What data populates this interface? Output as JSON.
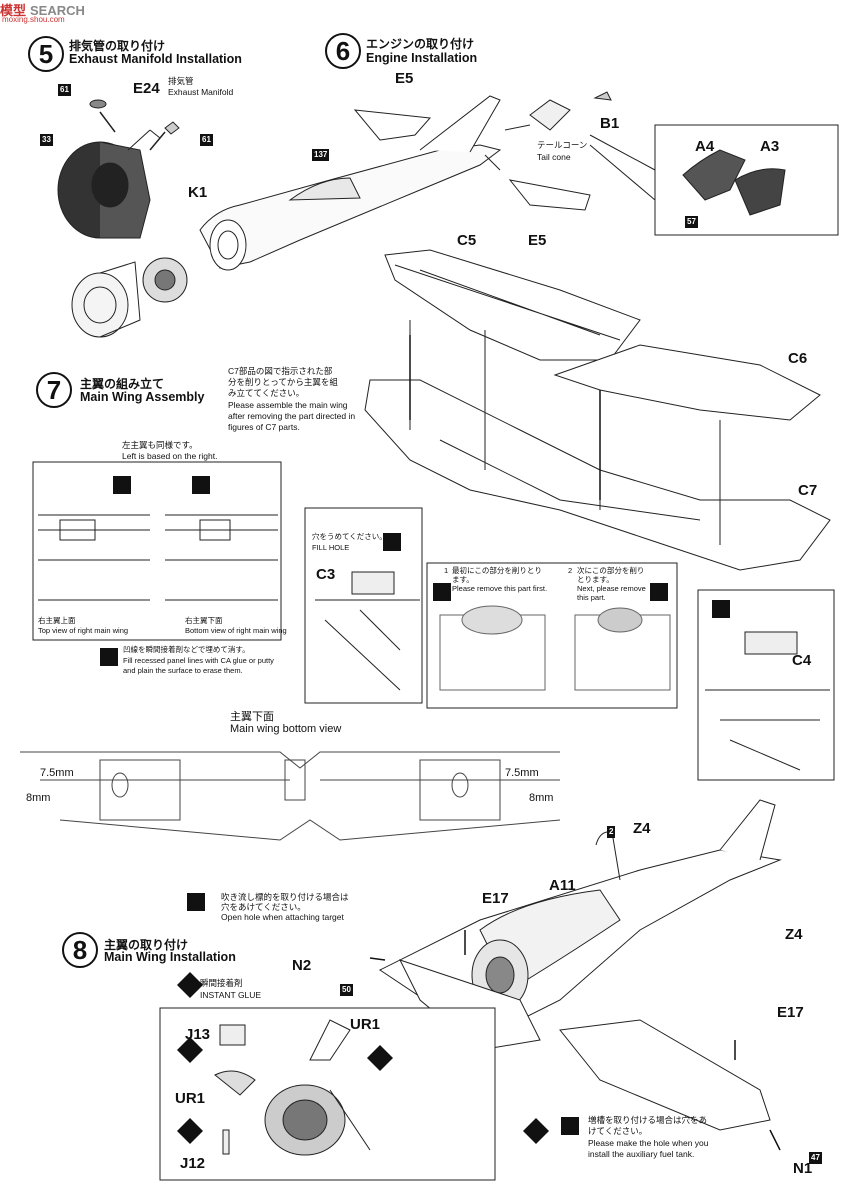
{
  "watermark": {
    "brand": "模型",
    "search": "SEARCH",
    "url": "moxing.shou.com"
  },
  "step5": {
    "num": "5",
    "jp": "排気管の取り付け",
    "en": "Exhaust Manifold Installation",
    "part_e24": "E24",
    "e24_jp": "排気管",
    "e24_en": "Exhaust Manifold",
    "part_k1": "K1",
    "badge_61a": "61",
    "badge_61b": "61",
    "badge_33": "33"
  },
  "step6": {
    "num": "6",
    "jp": "エンジンの取り付け",
    "en": "Engine Installation",
    "part_e5a": "E5",
    "part_e5b": "E5",
    "part_b1": "B1",
    "badge_137": "137",
    "tailcone_jp": "テールコーン",
    "tailcone_en": "Tail cone",
    "part_a4": "A4",
    "part_a3": "A3",
    "badge_57": "57"
  },
  "step7": {
    "num": "7",
    "jp": "主翼の組み立て",
    "en": "Main Wing Assembly",
    "note_jp": [
      "C7部品の図で指示された部",
      "分を削りとってから主翼を組",
      "み立ててください。"
    ],
    "note_en": [
      "Please assemble the main wing",
      "after removing the part directed in",
      "figures of C7 parts."
    ],
    "left_jp": "左主翼も同様です。",
    "left_en": "Left is based on the right.",
    "top_jp": "右主翼上面",
    "top_en": "Top view of right main wing",
    "bot_jp": "右主翼下面",
    "bot_en": "Bottom view of right main wing",
    "fill_jp": "凹線を瞬間接着剤などで埋めて消す。",
    "fill_en": [
      "Fill recessed panel lines with CA glue or putty",
      "and plain the surface to erase them."
    ],
    "hole_jp": "穴をうめてください。",
    "hole_en": "FILL HOLE",
    "part_c3": "C3",
    "part_c5": "C5",
    "part_c6": "C6",
    "part_c7": "C7",
    "part_c4": "C4",
    "first_jp": [
      "最初にこの部分を削りとり",
      "ます。"
    ],
    "first_en": "Please remove this part first.",
    "next_jp": [
      "次にこの部分を削り",
      "とります。"
    ],
    "next_en": [
      "Next, please remove",
      "this part."
    ],
    "first_num": "1",
    "next_num": "2"
  },
  "wingbottom": {
    "jp": "主翼下面",
    "en": "Main wing bottom view",
    "dim_l1": "7.5mm",
    "dim_l2": "8mm",
    "dim_r1": "7.5mm",
    "dim_r2": "8mm",
    "target_jp": [
      "吹き流し標的を取り付ける場合は",
      "穴をあけてください。"
    ],
    "target_en": "Open hole when attaching target"
  },
  "step8": {
    "num": "8",
    "jp": "主翼の取り付け",
    "en": "Main Wing Installation",
    "glue_jp": "瞬間接着剤",
    "glue_en": "INSTANT GLUE",
    "part_n2": "N2",
    "badge_50": "50",
    "part_j13": "J13",
    "part_ur1a": "UR1",
    "part_ur1b": "UR1",
    "part_j12": "J12",
    "part_e17a": "E17",
    "part_e17b": "E17",
    "part_a11": "A11",
    "badge_2": "2",
    "part_z4a": "Z4",
    "part_z4b": "Z4",
    "part_n1": "N1",
    "badge_47": "47",
    "tank_jp": [
      "増槽を取り付ける場合は穴をあ",
      "けてください。"
    ],
    "tank_en": [
      "Please make the hole when you",
      "install the auxiliary fuel tank."
    ]
  }
}
